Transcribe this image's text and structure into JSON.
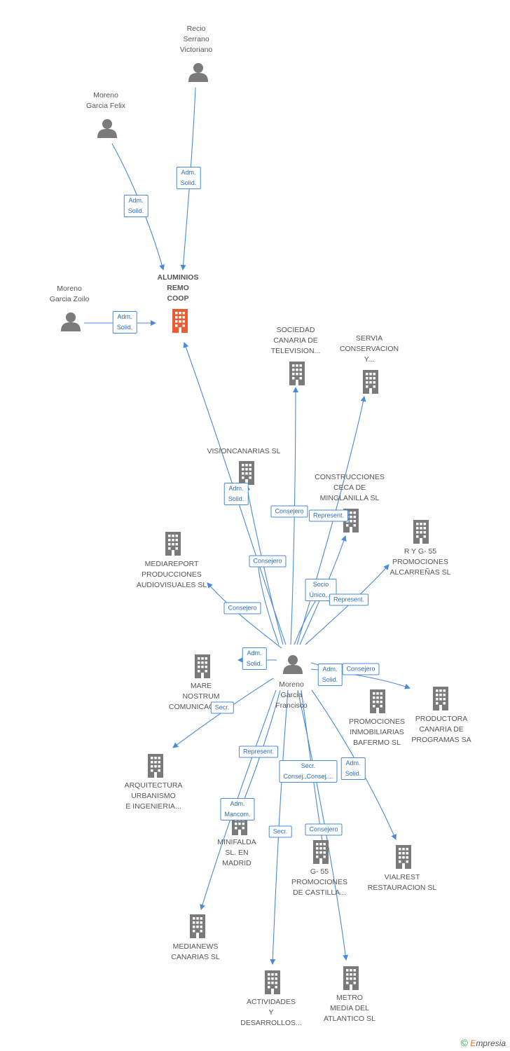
{
  "colors": {
    "edge": "#4a8ad8",
    "icon": "#7a7a7a",
    "main_icon": "#ee5a2f"
  },
  "nodes": {
    "aluminios": {
      "label": "ALUMINIOS\nREMO\nCOOP",
      "icon": "building-icon"
    },
    "recio": {
      "label": "Recio\nSerrano\nVictoriano",
      "icon": "person-icon"
    },
    "moreno_felix": {
      "label": "Moreno\nGarcia Felix",
      "icon": "person-icon"
    },
    "moreno_zoilo": {
      "label": "Moreno\nGarcia Zoilo",
      "icon": "person-icon"
    },
    "moreno_francisco": {
      "label": "Moreno\nGarcia\nFrancisco",
      "icon": "person-icon"
    },
    "sociedad": {
      "label": "SOCIEDAD\nCANARIA DE\nTELEVISION...",
      "icon": "building-icon"
    },
    "servia": {
      "label": "SERVIA\nCONSERVACION\nY...",
      "icon": "building-icon"
    },
    "visioncanarias": {
      "label": "VISIONCANARIAS SL",
      "icon": "building-icon"
    },
    "construcciones": {
      "label": "CONSTRUCCIONES\nCECA DE\nMINGLANILLA SL",
      "icon": "building-icon"
    },
    "ryg55": {
      "label": "R Y G- 55\nPROMOCIONES\nALCARREÑAS SL",
      "icon": "building-icon"
    },
    "mediareport": {
      "label": "MEDIAREPORT\nPRODUCCIONES\nAUDIOVISUALES SL",
      "icon": "building-icon"
    },
    "mare": {
      "label": "MARE\nNOSTRUM\nCOMUNICACION...",
      "icon": "building-icon"
    },
    "promociones_bafermo": {
      "label": "PROMOCIONES\nINMOBILIARIAS\nBAFERMO SL",
      "icon": "building-icon"
    },
    "productora": {
      "label": "PRODUCTORA\nCANARIA DE\nPROGRAMAS SA",
      "icon": "building-icon"
    },
    "arquitectura": {
      "label": "ARQUITECTURA\nURBANISMO\nE INGENIERIA...",
      "icon": "building-icon"
    },
    "minifalda": {
      "label": "MINIFALDA\nSL.    EN\nMADRID",
      "icon": "building-icon"
    },
    "g55": {
      "label": "G- 55\nPROMOCIONES\nDE CASTILLA...",
      "icon": "building-icon"
    },
    "vialrest": {
      "label": "VIALREST\nRESTAURACION SL",
      "icon": "building-icon"
    },
    "medianews": {
      "label": "MEDIANEWS\nCANARIAS SL",
      "icon": "building-icon"
    },
    "actividades": {
      "label": "ACTIVIDADES\nY\nDESARROLLOS...",
      "icon": "building-icon"
    },
    "metro": {
      "label": "METRO\nMEDIA DEL\nATLANTICO SL",
      "icon": "building-icon"
    }
  },
  "edges": [
    {
      "label": "Adm.\nSolid."
    },
    {
      "label": "Adm.\nSolid."
    },
    {
      "label": "Adm.\nSolid."
    },
    {
      "label": "Adm.\nSolid."
    },
    {
      "label": "Consejero"
    },
    {
      "label": "Represent."
    },
    {
      "label": "Consejero"
    },
    {
      "label": "Socio\nÚnico,..."
    },
    {
      "label": "Represent."
    },
    {
      "label": "Consejero"
    },
    {
      "label": "Adm.\nSolid."
    },
    {
      "label": "Adm.\nSolid."
    },
    {
      "label": "Consejero"
    },
    {
      "label": "Secr."
    },
    {
      "label": "Represent."
    },
    {
      "label": "Adm.\nMancom."
    },
    {
      "label": "Secr.\nConsej.,Consej...."
    },
    {
      "label": "Adm.\nSolid."
    },
    {
      "label": "Secr."
    },
    {
      "label": "Consejero"
    }
  ],
  "footer": {
    "copyright": "©",
    "brand_first": "E",
    "brand_rest": "mpresia"
  }
}
